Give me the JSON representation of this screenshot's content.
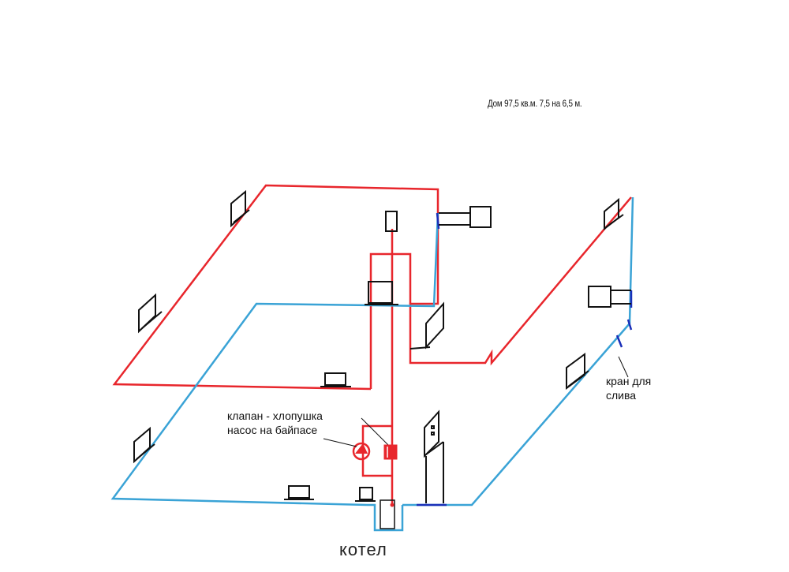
{
  "labels": {
    "house_note": "Дом 97,5 кв.м.  7,5 на 6,5 м.",
    "valve_line1": "клапан  - хлопушка",
    "valve_line2": "насос на байпасе",
    "drain_line1": "кран для",
    "drain_line2": "слива",
    "boiler": "котел"
  },
  "colors": {
    "supply": "#e8262c",
    "return": "#3aa3d6",
    "radiator": "#111111",
    "valve": "#1a2fb8",
    "background": "#ffffff"
  },
  "icons": [
    "radiator-icon",
    "pump-icon",
    "check-valve-icon",
    "boiler-icon",
    "drain-valve-icon"
  ]
}
